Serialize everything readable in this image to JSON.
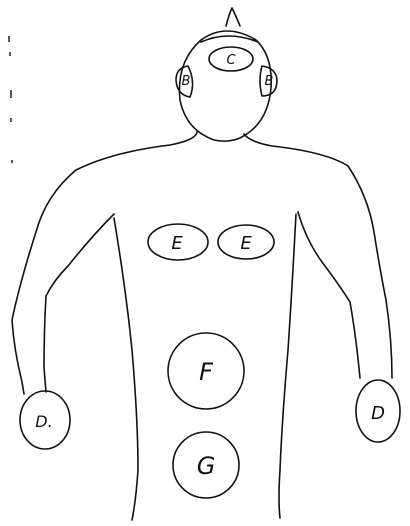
{
  "labels": {
    "head_top": "C",
    "head_left": "B",
    "head_right": "B",
    "chest_left": "E",
    "chest_right": "E",
    "abdomen_upper": "F",
    "abdomen_lower": "G",
    "hand_left": "D.",
    "hand_right": "D"
  },
  "colors": {
    "ink": "#111111",
    "background": "#ffffff"
  }
}
